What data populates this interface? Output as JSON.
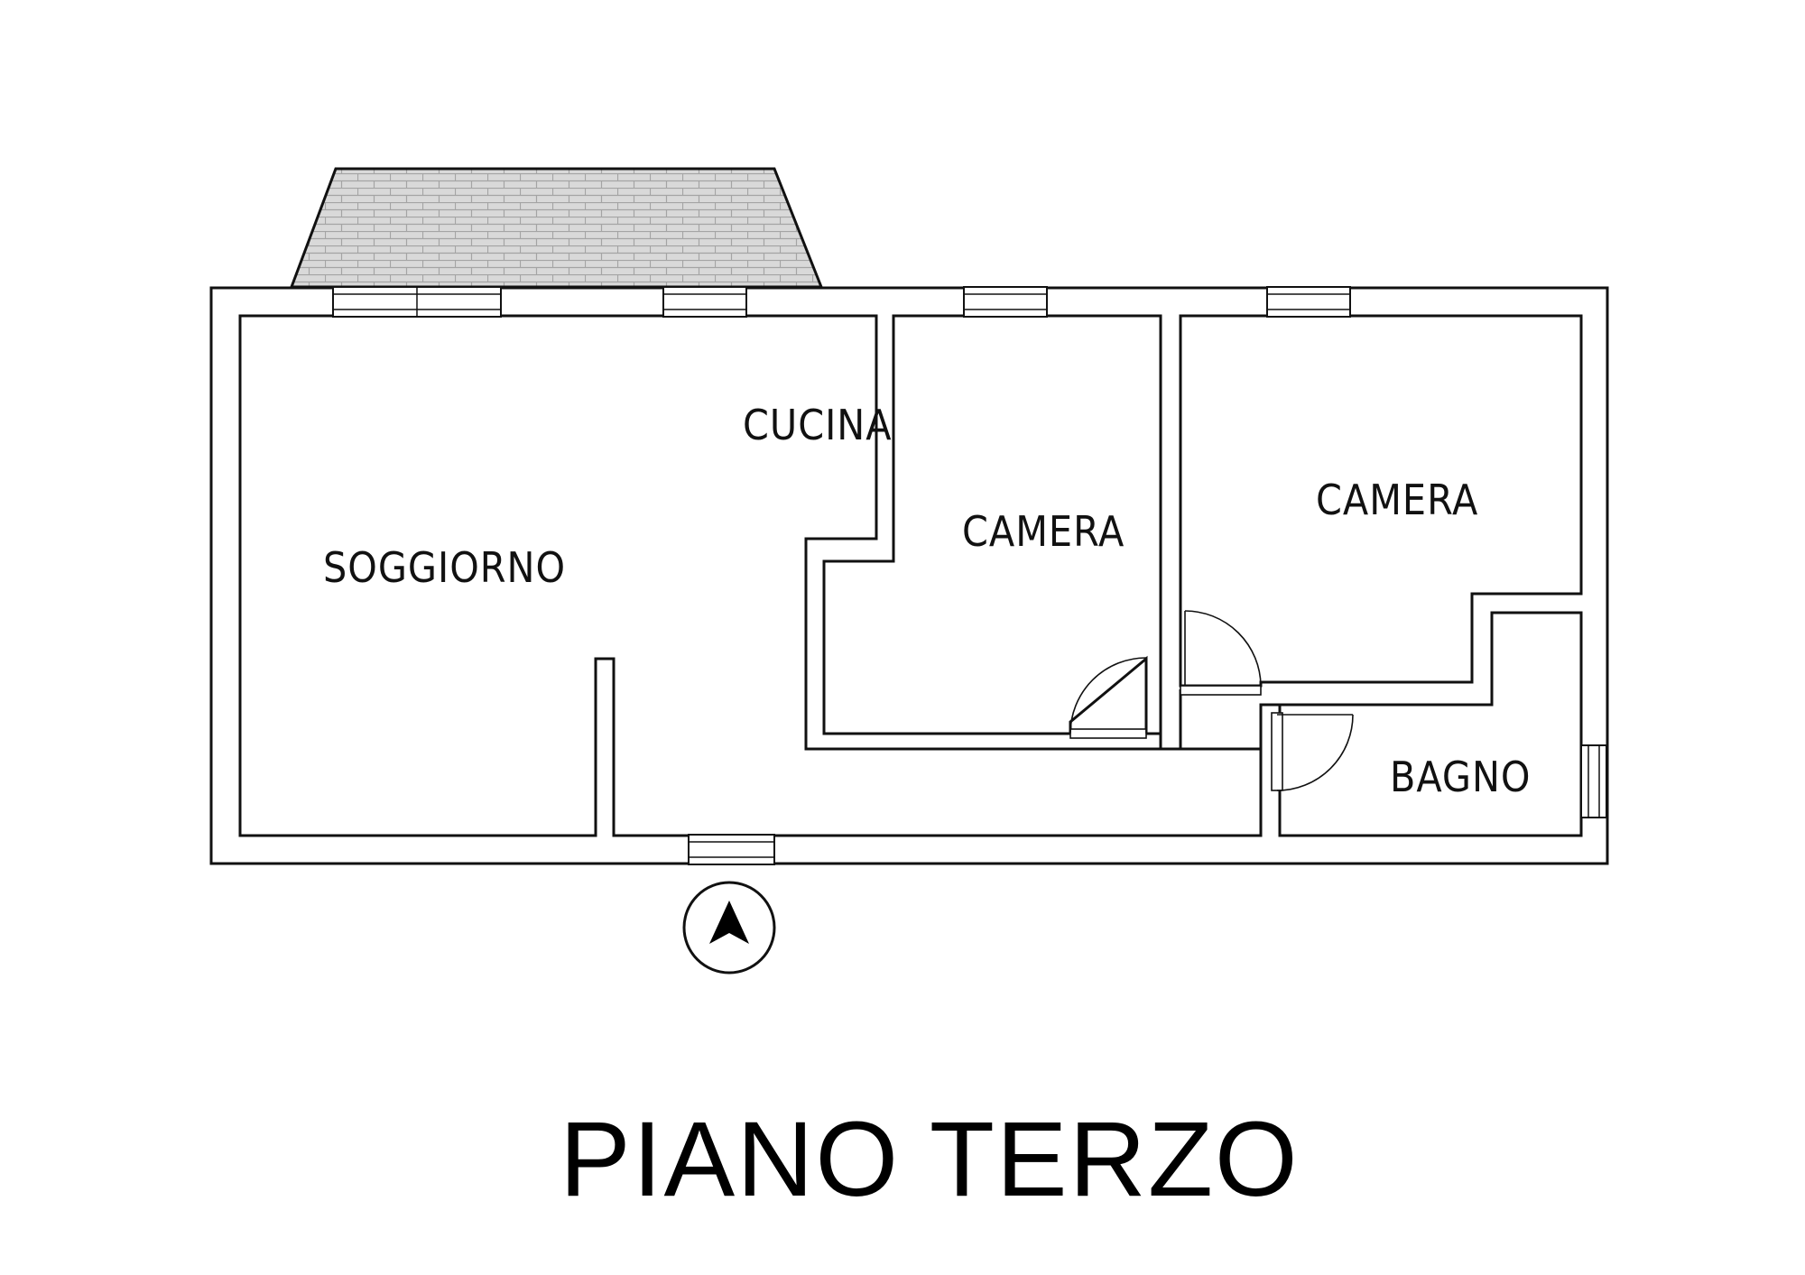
{
  "plan_title": "PIANO TERZO",
  "rooms": {
    "soggiorno": "SOGGIORNO",
    "cucina": "CUCINA",
    "camera_1": "CAMERA",
    "camera_2": "CAMERA",
    "bagno": "BAGNO"
  },
  "colors": {
    "wall": "#111111",
    "balcony_fill": "#d6d6d6",
    "balcony_brick": "#a8a8a8",
    "background": "#ffffff"
  },
  "icons": {
    "north_arrow": "north-arrow-icon"
  }
}
